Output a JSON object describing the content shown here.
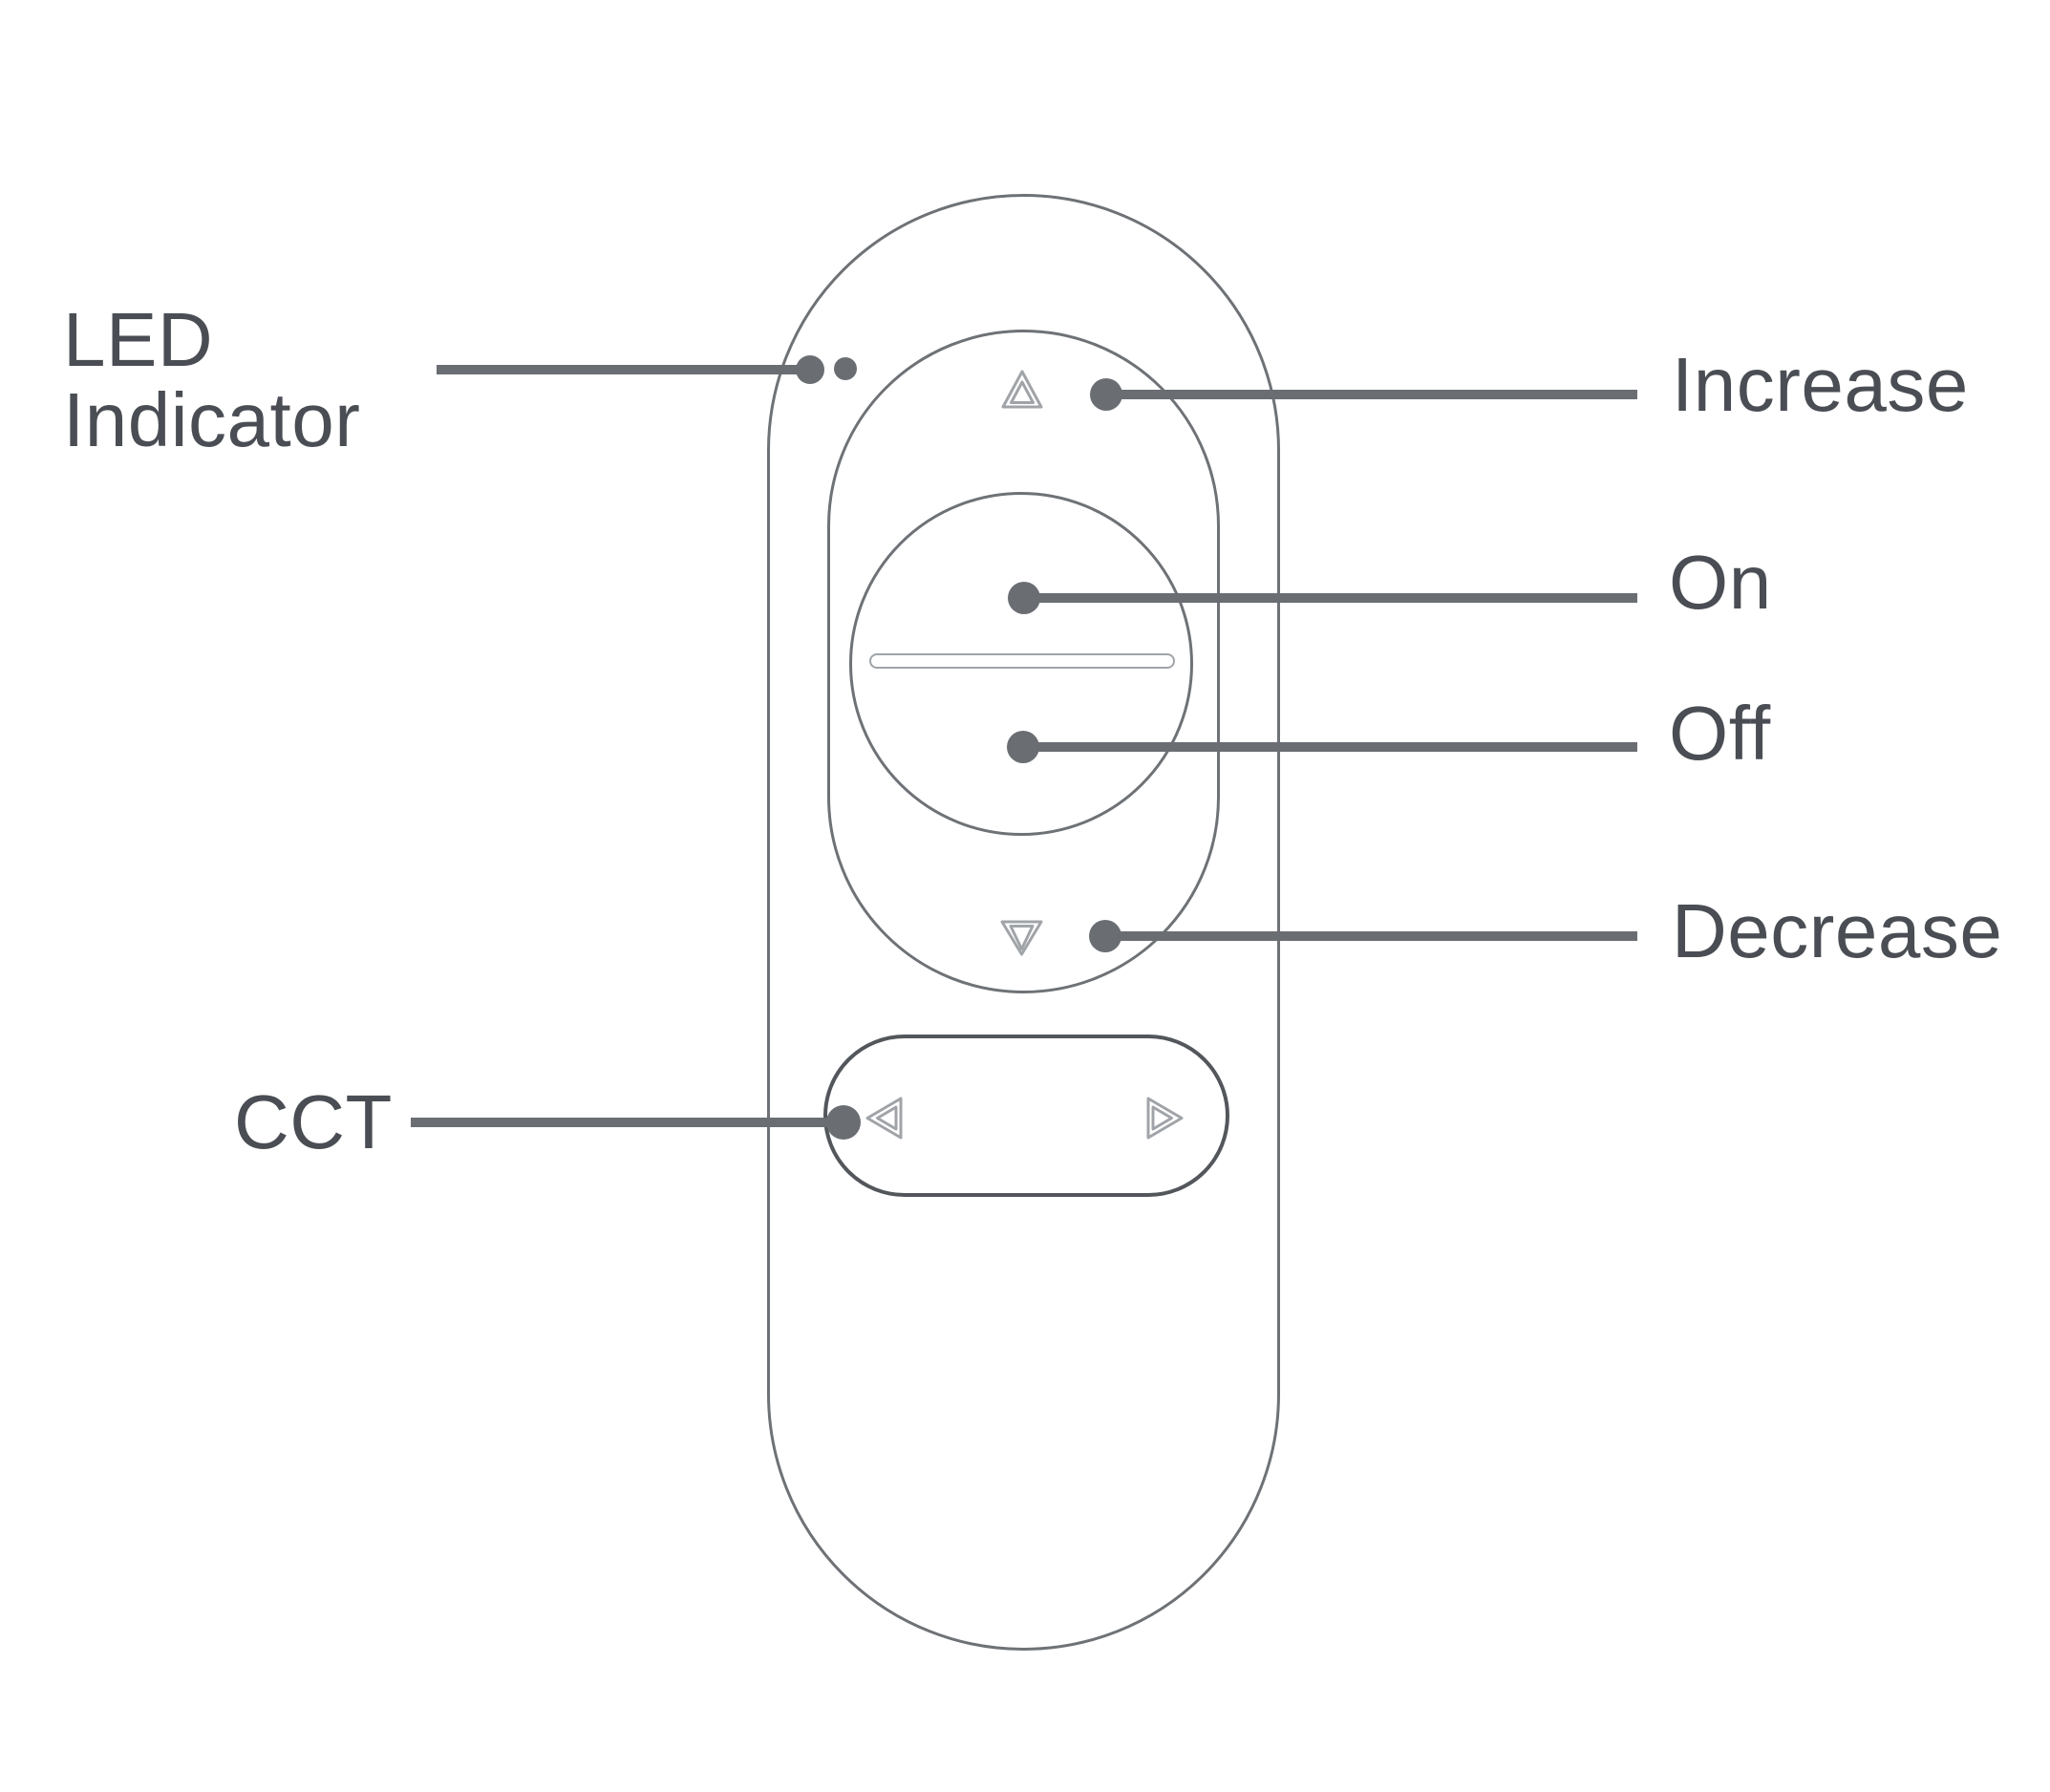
{
  "figure": {
    "device": "remote-control-diagram",
    "labels": {
      "led_line1": "LED",
      "led_line2": "Indicator",
      "increase": "Increase",
      "on": "On",
      "off": "Off",
      "decrease": "Decrease",
      "cct": "CCT"
    },
    "icons": {
      "increase-arrow-icon": "triangle-up-outline",
      "decrease-arrow-icon": "triangle-down-outline",
      "cct-left-arrow-icon": "triangle-left-outline",
      "cct-right-arrow-icon": "triangle-right-outline",
      "led-indicator-dots": "two-filled-dots",
      "power-slot": "horizontal-slot"
    },
    "colors": {
      "background": "#ffffff",
      "device_outline": "#6e7276",
      "callout_line": "#6a6e73",
      "label_text": "#4a4e54",
      "cct_pad_border": "#53575c",
      "glyph_outline": "#a0a4a8"
    }
  }
}
